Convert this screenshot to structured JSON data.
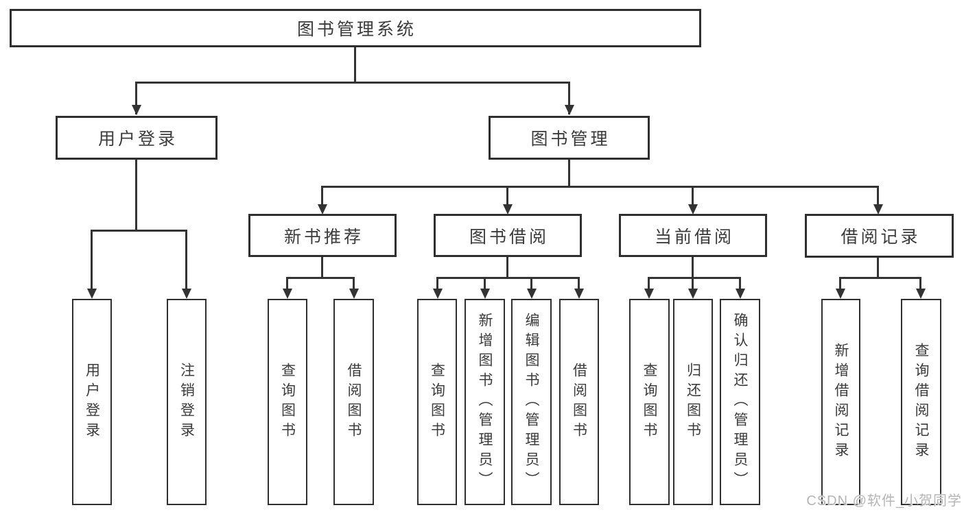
{
  "tree": {
    "root": {
      "label": "图书管理系统",
      "children": [
        {
          "label": "用户登录",
          "children": [
            {
              "label": "用户登录"
            },
            {
              "label": "注销登录"
            }
          ]
        },
        {
          "label": "图书管理",
          "children": [
            {
              "label": "新书推荐",
              "children": [
                {
                  "label": "查询图书"
                },
                {
                  "label": "借阅图书"
                }
              ]
            },
            {
              "label": "图书借阅",
              "children": [
                {
                  "label": "查询图书"
                },
                {
                  "label": "新增图书（管理员）"
                },
                {
                  "label": "编辑图书（管理员）"
                },
                {
                  "label": "借阅图书"
                }
              ]
            },
            {
              "label": "当前借阅",
              "children": [
                {
                  "label": "查询图书"
                },
                {
                  "label": "归还图书"
                },
                {
                  "label": "确认归还（管理员）"
                }
              ]
            },
            {
              "label": "借阅记录",
              "children": [
                {
                  "label": "新增借阅记录"
                },
                {
                  "label": "查询借阅记录"
                }
              ]
            }
          ]
        }
      ]
    }
  },
  "watermark": {
    "text": "CSDN @软件_小贺同学"
  },
  "colors": {
    "line": "#333333",
    "box_border": "#2f2f2f",
    "text": "#3b3b3b",
    "watermark": "#b5b5b5",
    "background": "#ffffff"
  }
}
